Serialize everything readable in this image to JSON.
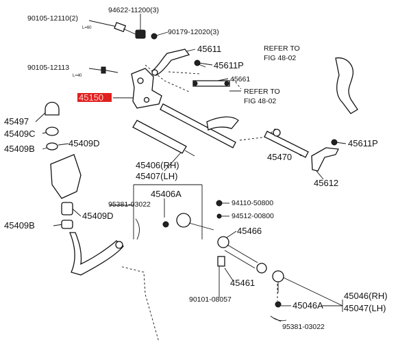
{
  "labels": {
    "p90105_12110": "90105-12110(2)",
    "p90105_12110_sub": "L=60",
    "p94622_11200": "94622-11200(3)",
    "p90179_12020": "90179-12020(3)",
    "p45611": "45611",
    "p45611p_top": "45611P",
    "refer_to_1": "REFER TO",
    "fig_1": "FIG 48-02",
    "p90105_12113": "90105-12113",
    "p90105_12113_sub": "L=40",
    "p45661": "45661",
    "refer_to_2": "REFER TO",
    "fig_2": "FIG 48-02",
    "highlighted": "45150",
    "p45497": "45497",
    "p45409c": "45409C",
    "p45409b": "45409B",
    "p45409d_top": "45409D",
    "p45470": "45470",
    "p45611p_right": "45611P",
    "p45406": "45406(RH)",
    "p45407": "45407(LH)",
    "p45612": "45612",
    "p45406a": "45406A",
    "p95381_03022_left": "95381-03022",
    "p94110_50800": "94110-50800",
    "p94512_00800": "94512-00800",
    "p45409b_low": "45409B",
    "p45409d_low": "45409D",
    "p45466": "45466",
    "p45461": "45461",
    "p90101_08057": "90101-08057",
    "p45046": "45046(RH)",
    "p45047": "45047(LH)",
    "p45046a": "45046A",
    "p95381_03022_right": "95381-03022"
  },
  "highlight_color": "#e02020"
}
